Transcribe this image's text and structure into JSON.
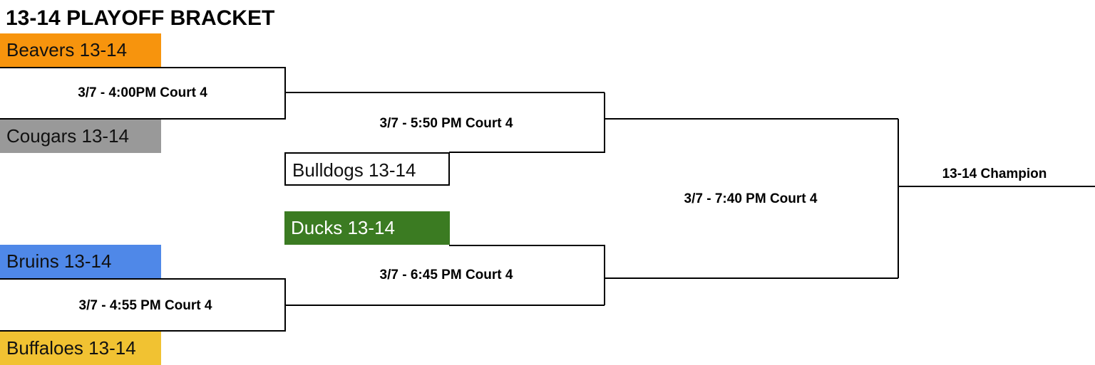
{
  "title": "13-14 PLAYOFF BRACKET",
  "colors": {
    "beavers": "#f7940d",
    "cougars": "#999999",
    "bruins": "#4f88e8",
    "buffaloes": "#f1c232",
    "ducks": "#3b7b22",
    "bulldogs": "#ffffff"
  },
  "teams": {
    "beavers": "Beavers 13-14",
    "cougars": "Cougars 13-14",
    "bulldogs": "Bulldogs 13-14",
    "ducks": "Ducks 13-14",
    "bruins": "Bruins 13-14",
    "buffaloes": "Buffaloes 13-14"
  },
  "games": {
    "game1": "3/7 - 4:00PM Court 4",
    "game2": "3/7 - 4:55 PM Court 4",
    "game3": "3/7 - 5:50 PM Court 4",
    "game4": "3/7 - 6:45 PM Court 4",
    "final": "3/7 - 7:40 PM Court 4"
  },
  "champion_label": "13-14 Champion"
}
